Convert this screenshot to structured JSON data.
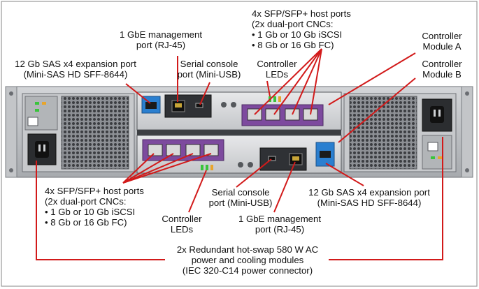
{
  "callouts": {
    "top_host_ports": {
      "lines": [
        "4x SFP/SFP+ host ports",
        "(2x dual-port CNCs:",
        "•  1 Gb or 10 Gb iSCSI",
        "•  8 Gb or 16 Gb FC)"
      ]
    },
    "top_mgmt_port": {
      "lines": [
        "1 GbE management",
        "port (RJ-45)"
      ]
    },
    "top_sas_port": {
      "lines": [
        "12 Gb SAS x4 expansion port",
        "(Mini-SAS HD SFF-8644)"
      ]
    },
    "top_serial": {
      "lines": [
        "Serial console",
        "port (Mini-USB)"
      ]
    },
    "top_leds": {
      "lines": [
        "Controller",
        "LEDs"
      ]
    },
    "controller_a": {
      "lines": [
        "Controller",
        "Module A"
      ]
    },
    "controller_b": {
      "lines": [
        "Controller",
        "Module B"
      ]
    },
    "bottom_host_ports": {
      "lines": [
        "4x SFP/SFP+ host ports",
        "(2x dual-port CNCs:",
        "•  1 Gb or 10 Gb iSCSI",
        "•  8 Gb or 16 Gb FC)"
      ]
    },
    "bottom_serial": {
      "lines": [
        "Serial console",
        "port (Mini-USB)"
      ]
    },
    "bottom_sas_port": {
      "lines": [
        "12 Gb SAS x4 expansion port",
        "(Mini-SAS HD SFF-8644)"
      ]
    },
    "bottom_leds": {
      "lines": [
        "Controller",
        "LEDs"
      ]
    },
    "bottom_mgmt_port": {
      "lines": [
        "1 GbE management",
        "port (RJ-45)"
      ]
    },
    "power": {
      "lines": [
        "2x Redundant hot-swap 580 W AC",
        "power and cooling modules",
        "(IEC 320-C14 power connector)"
      ]
    }
  },
  "colors": {
    "callout_line": "#d21a1a",
    "chassis": "#b9bcc0",
    "chassis_dark": "#5e6166",
    "controller_face": "#d7d9dc",
    "host_port_card": "#7d4a9e",
    "sas_highlight": "#2a7fd0",
    "grille": "#6a6d72",
    "led_green": "#39c43b",
    "led_amber": "#e8a52c"
  },
  "icons": [
    "power-inlet-icon",
    "fan-grille-icon",
    "rj45-port-icon",
    "mini-usb-port-icon",
    "sfp-port-icon",
    "sas-port-icon",
    "led-icon"
  ]
}
